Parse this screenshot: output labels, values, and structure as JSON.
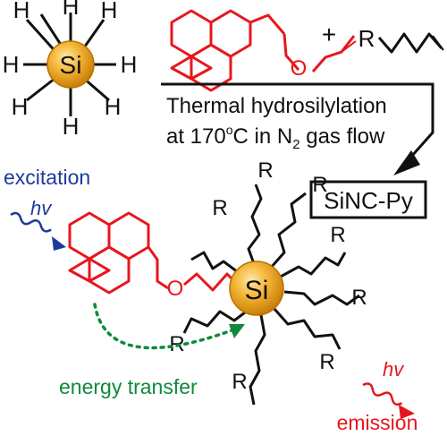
{
  "colors": {
    "si_fill": "#F2A51E",
    "si_edge": "#D98A00",
    "pyrene": "#E8161C",
    "excitation": "#1E3A9A",
    "energy_transfer": "#0E8A3A",
    "emission": "#E8161C",
    "text": "#111111"
  },
  "silane": {
    "center_label": "Si",
    "h_label": "H"
  },
  "reaction": {
    "plus": "+",
    "alkene_r": "R",
    "condition_line1": "Thermal hydrosilylation",
    "condition_line2_pre": "at 170",
    "condition_superscript": "o",
    "condition_line2_mid": "C in N",
    "condition_subscript": "2",
    "condition_line2_post": " gas flow",
    "product": "SiNC-Py"
  },
  "linker_o": "O",
  "nanocrystal": {
    "core_label": "Si",
    "r_label": "R"
  },
  "photophysics": {
    "excitation_label": "excitation",
    "excitation_hv": "hv",
    "energy_transfer_label": "energy transfer",
    "emission_label": "emission",
    "emission_hv": "hv"
  }
}
